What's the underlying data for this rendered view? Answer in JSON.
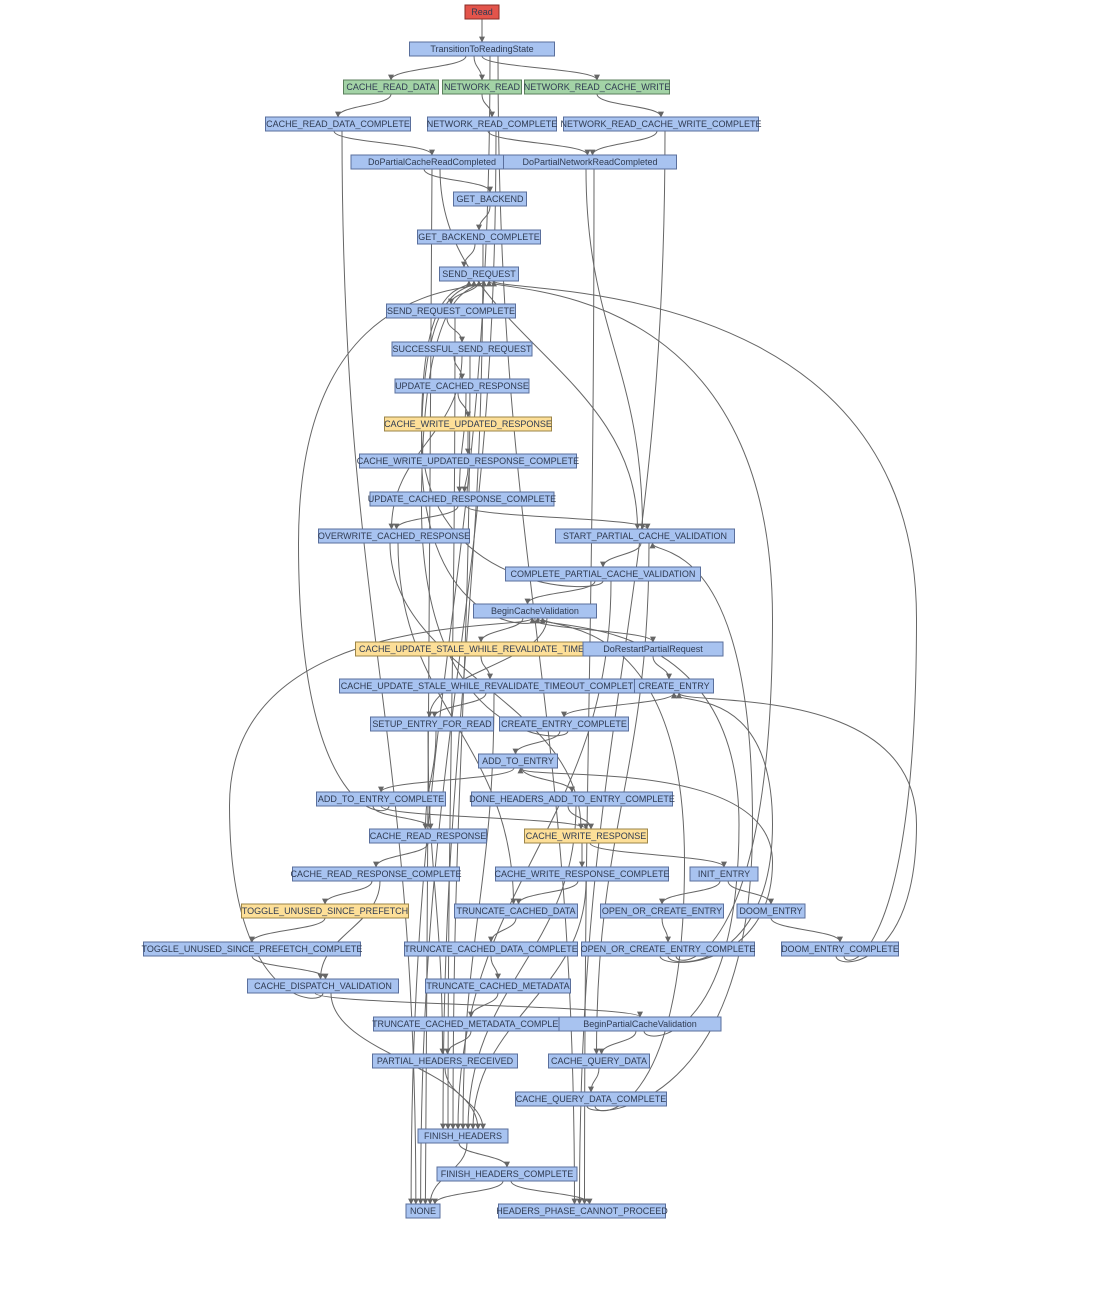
{
  "colors": {
    "blue": {
      "fill": "#a8c3f0",
      "stroke": "#5a6f9c"
    },
    "green": {
      "fill": "#a3d3a6",
      "stroke": "#5b7f5d"
    },
    "yellow": {
      "fill": "#fddf98",
      "stroke": "#9b8448"
    },
    "red": {
      "fill": "#e3544b",
      "stroke": "#8a2b25"
    },
    "edge": "#666666"
  },
  "nodes": [
    {
      "id": "read",
      "label": "Read",
      "color": "red"
    },
    {
      "id": "transition",
      "label": "TransitionToReadingState",
      "color": "blue"
    },
    {
      "id": "cache_read_data",
      "label": "CACHE_READ_DATA",
      "color": "green"
    },
    {
      "id": "network_read",
      "label": "NETWORK_READ",
      "color": "green"
    },
    {
      "id": "network_read_cache_write",
      "label": "NETWORK_READ_CACHE_WRITE",
      "color": "green"
    },
    {
      "id": "cache_read_data_complete",
      "label": "CACHE_READ_DATA_COMPLETE",
      "color": "blue"
    },
    {
      "id": "network_read_complete",
      "label": "NETWORK_READ_COMPLETE",
      "color": "blue"
    },
    {
      "id": "network_read_cache_write_complete",
      "label": "NETWORK_READ_CACHE_WRITE_COMPLETE",
      "color": "blue"
    },
    {
      "id": "do_partial_cache_read_completed",
      "label": "DoPartialCacheReadCompleted",
      "color": "blue"
    },
    {
      "id": "do_partial_network_read_completed",
      "label": "DoPartialNetworkReadCompleted",
      "color": "blue"
    },
    {
      "id": "get_backend",
      "label": "GET_BACKEND",
      "color": "blue"
    },
    {
      "id": "get_backend_complete",
      "label": "GET_BACKEND_COMPLETE",
      "color": "blue"
    },
    {
      "id": "send_request",
      "label": "SEND_REQUEST",
      "color": "blue"
    },
    {
      "id": "send_request_complete",
      "label": "SEND_REQUEST_COMPLETE",
      "color": "blue"
    },
    {
      "id": "successful_send_request",
      "label": "SUCCESSFUL_SEND_REQUEST",
      "color": "blue"
    },
    {
      "id": "update_cached_response",
      "label": "UPDATE_CACHED_RESPONSE",
      "color": "blue"
    },
    {
      "id": "cache_write_updated_response",
      "label": "CACHE_WRITE_UPDATED_RESPONSE",
      "color": "yellow"
    },
    {
      "id": "cache_write_updated_response_complete",
      "label": "CACHE_WRITE_UPDATED_RESPONSE_COMPLETE",
      "color": "blue"
    },
    {
      "id": "update_cached_response_complete",
      "label": "UPDATE_CACHED_RESPONSE_COMPLETE",
      "color": "blue"
    },
    {
      "id": "overwrite_cached_response",
      "label": "OVERWRITE_CACHED_RESPONSE",
      "color": "blue"
    },
    {
      "id": "start_partial_cache_validation",
      "label": "START_PARTIAL_CACHE_VALIDATION",
      "color": "blue"
    },
    {
      "id": "complete_partial_cache_validation",
      "label": "COMPLETE_PARTIAL_CACHE_VALIDATION",
      "color": "blue"
    },
    {
      "id": "begin_cache_validation",
      "label": "BeginCacheValidation",
      "color": "blue"
    },
    {
      "id": "cache_update_swr_timeout",
      "label": "CACHE_UPDATE_STALE_WHILE_REVALIDATE_TIMEOUT",
      "color": "yellow"
    },
    {
      "id": "do_restart_partial_request",
      "label": "DoRestartPartialRequest",
      "color": "blue"
    },
    {
      "id": "cache_update_swr_timeout_complete",
      "label": "CACHE_UPDATE_STALE_WHILE_REVALIDATE_TIMEOUT_COMPLETE",
      "color": "blue"
    },
    {
      "id": "create_entry",
      "label": "CREATE_ENTRY",
      "color": "blue"
    },
    {
      "id": "setup_entry_for_read",
      "label": "SETUP_ENTRY_FOR_READ",
      "color": "blue"
    },
    {
      "id": "create_entry_complete",
      "label": "CREATE_ENTRY_COMPLETE",
      "color": "blue"
    },
    {
      "id": "add_to_entry",
      "label": "ADD_TO_ENTRY",
      "color": "blue"
    },
    {
      "id": "add_to_entry_complete",
      "label": "ADD_TO_ENTRY_COMPLETE",
      "color": "blue"
    },
    {
      "id": "done_headers_add_to_entry_complete",
      "label": "DONE_HEADERS_ADD_TO_ENTRY_COMPLETE",
      "color": "blue"
    },
    {
      "id": "cache_read_response",
      "label": "CACHE_READ_RESPONSE",
      "color": "blue"
    },
    {
      "id": "cache_write_response",
      "label": "CACHE_WRITE_RESPONSE",
      "color": "yellow"
    },
    {
      "id": "cache_read_response_complete",
      "label": "CACHE_READ_RESPONSE_COMPLETE",
      "color": "blue"
    },
    {
      "id": "cache_write_response_complete",
      "label": "CACHE_WRITE_RESPONSE_COMPLETE",
      "color": "blue"
    },
    {
      "id": "init_entry",
      "label": "INIT_ENTRY",
      "color": "blue"
    },
    {
      "id": "toggle_unused_since_prefetch",
      "label": "TOGGLE_UNUSED_SINCE_PREFETCH",
      "color": "yellow"
    },
    {
      "id": "truncate_cached_data",
      "label": "TRUNCATE_CACHED_DATA",
      "color": "blue"
    },
    {
      "id": "open_or_create_entry",
      "label": "OPEN_OR_CREATE_ENTRY",
      "color": "blue"
    },
    {
      "id": "doom_entry",
      "label": "DOOM_ENTRY",
      "color": "blue"
    },
    {
      "id": "toggle_unused_since_prefetch_complete",
      "label": "TOGGLE_UNUSED_SINCE_PREFETCH_COMPLETE",
      "color": "blue"
    },
    {
      "id": "truncate_cached_data_complete",
      "label": "TRUNCATE_CACHED_DATA_COMPLETE",
      "color": "blue"
    },
    {
      "id": "open_or_create_entry_complete",
      "label": "OPEN_OR_CREATE_ENTRY_COMPLETE",
      "color": "blue"
    },
    {
      "id": "doom_entry_complete",
      "label": "DOOM_ENTRY_COMPLETE",
      "color": "blue"
    },
    {
      "id": "cache_dispatch_validation",
      "label": "CACHE_DISPATCH_VALIDATION",
      "color": "blue"
    },
    {
      "id": "truncate_cached_metadata",
      "label": "TRUNCATE_CACHED_METADATA",
      "color": "blue"
    },
    {
      "id": "truncate_cached_metadata_complete",
      "label": "TRUNCATE_CACHED_METADATA_COMPLETE",
      "color": "blue"
    },
    {
      "id": "begin_partial_cache_validation",
      "label": "BeginPartialCacheValidation",
      "color": "blue"
    },
    {
      "id": "partial_headers_received",
      "label": "PARTIAL_HEADERS_RECEIVED",
      "color": "blue"
    },
    {
      "id": "cache_query_data",
      "label": "CACHE_QUERY_DATA",
      "color": "blue"
    },
    {
      "id": "cache_query_data_complete",
      "label": "CACHE_QUERY_DATA_COMPLETE",
      "color": "blue"
    },
    {
      "id": "finish_headers",
      "label": "FINISH_HEADERS",
      "color": "blue"
    },
    {
      "id": "finish_headers_complete",
      "label": "FINISH_HEADERS_COMPLETE",
      "color": "blue"
    },
    {
      "id": "none",
      "label": "NONE",
      "color": "blue"
    },
    {
      "id": "headers_phase_cannot_proceed",
      "label": "HEADERS_PHASE_CANNOT_PROCEED",
      "color": "blue"
    }
  ],
  "edges": [
    [
      "read",
      "transition"
    ],
    [
      "transition",
      "cache_read_data"
    ],
    [
      "transition",
      "network_read"
    ],
    [
      "transition",
      "network_read_cache_write"
    ],
    [
      "transition",
      "none"
    ],
    [
      "transition",
      "headers_phase_cannot_proceed"
    ],
    [
      "cache_read_data",
      "cache_read_data_complete"
    ],
    [
      "network_read",
      "network_read_complete"
    ],
    [
      "network_read_cache_write",
      "network_read_cache_write_complete"
    ],
    [
      "cache_read_data_complete",
      "do_partial_cache_read_completed"
    ],
    [
      "cache_read_data_complete",
      "none"
    ],
    [
      "network_read_complete",
      "do_partial_network_read_completed"
    ],
    [
      "network_read_complete",
      "none"
    ],
    [
      "network_read_cache_write_complete",
      "do_partial_network_read_completed"
    ],
    [
      "network_read_cache_write_complete",
      "headers_phase_cannot_proceed"
    ],
    [
      "do_partial_cache_read_completed",
      "get_backend"
    ],
    [
      "do_partial_cache_read_completed",
      "none"
    ],
    [
      "do_partial_cache_read_completed",
      "start_partial_cache_validation"
    ],
    [
      "do_partial_network_read_completed",
      "start_partial_cache_validation"
    ],
    [
      "do_partial_network_read_completed",
      "headers_phase_cannot_proceed"
    ],
    [
      "get_backend",
      "get_backend_complete"
    ],
    [
      "get_backend_complete",
      "send_request"
    ],
    [
      "get_backend_complete",
      "finish_headers"
    ],
    [
      "send_request",
      "send_request_complete"
    ],
    [
      "send_request_complete",
      "successful_send_request"
    ],
    [
      "send_request_complete",
      "finish_headers"
    ],
    [
      "successful_send_request",
      "update_cached_response"
    ],
    [
      "successful_send_request",
      "overwrite_cached_response"
    ],
    [
      "successful_send_request",
      "finish_headers"
    ],
    [
      "update_cached_response",
      "cache_write_updated_response"
    ],
    [
      "update_cached_response",
      "update_cached_response_complete"
    ],
    [
      "cache_write_updated_response",
      "cache_write_updated_response_complete"
    ],
    [
      "cache_write_updated_response_complete",
      "update_cached_response_complete"
    ],
    [
      "update_cached_response_complete",
      "overwrite_cached_response"
    ],
    [
      "update_cached_response_complete",
      "start_partial_cache_validation"
    ],
    [
      "overwrite_cached_response",
      "cache_write_response"
    ],
    [
      "overwrite_cached_response",
      "truncate_cached_data"
    ],
    [
      "start_partial_cache_validation",
      "complete_partial_cache_validation"
    ],
    [
      "start_partial_cache_validation",
      "cache_query_data"
    ],
    [
      "complete_partial_cache_validation",
      "begin_cache_validation"
    ],
    [
      "complete_partial_cache_validation",
      "send_request"
    ],
    [
      "complete_partial_cache_validation",
      "finish_headers"
    ],
    [
      "begin_cache_validation",
      "cache_update_swr_timeout"
    ],
    [
      "begin_cache_validation",
      "do_restart_partial_request"
    ],
    [
      "begin_cache_validation",
      "send_request"
    ],
    [
      "begin_cache_validation",
      "setup_entry_for_read"
    ],
    [
      "do_restart_partial_request",
      "create_entry"
    ],
    [
      "cache_update_swr_timeout",
      "cache_update_swr_timeout_complete"
    ],
    [
      "cache_update_swr_timeout_complete",
      "setup_entry_for_read"
    ],
    [
      "cache_update_swr_timeout_complete",
      "finish_headers"
    ],
    [
      "create_entry",
      "create_entry_complete"
    ],
    [
      "create_entry_complete",
      "add_to_entry"
    ],
    [
      "create_entry_complete",
      "send_request"
    ],
    [
      "setup_entry_for_read",
      "partial_headers_received"
    ],
    [
      "setup_entry_for_read",
      "cache_read_response"
    ],
    [
      "add_to_entry",
      "add_to_entry_complete"
    ],
    [
      "add_to_entry",
      "done_headers_add_to_entry_complete"
    ],
    [
      "add_to_entry_complete",
      "cache_read_response"
    ],
    [
      "add_to_entry_complete",
      "cache_write_response"
    ],
    [
      "add_to_entry_complete",
      "send_request"
    ],
    [
      "done_headers_add_to_entry_complete",
      "cache_write_response"
    ],
    [
      "done_headers_add_to_entry_complete",
      "finish_headers"
    ],
    [
      "cache_read_response",
      "cache_read_response_complete"
    ],
    [
      "cache_write_response",
      "cache_write_response_complete"
    ],
    [
      "cache_write_response",
      "init_entry"
    ],
    [
      "init_entry",
      "open_or_create_entry"
    ],
    [
      "init_entry",
      "doom_entry"
    ],
    [
      "cache_read_response_complete",
      "toggle_unused_since_prefetch"
    ],
    [
      "cache_read_response_complete",
      "cache_dispatch_validation"
    ],
    [
      "cache_write_response_complete",
      "truncate_cached_data"
    ],
    [
      "cache_write_response_complete",
      "finish_headers"
    ],
    [
      "toggle_unused_since_prefetch",
      "toggle_unused_since_prefetch_complete"
    ],
    [
      "toggle_unused_since_prefetch_complete",
      "cache_dispatch_validation"
    ],
    [
      "truncate_cached_data",
      "truncate_cached_data_complete"
    ],
    [
      "truncate_cached_data_complete",
      "truncate_cached_metadata"
    ],
    [
      "truncate_cached_metadata",
      "truncate_cached_metadata_complete"
    ],
    [
      "truncate_cached_metadata_complete",
      "partial_headers_received"
    ],
    [
      "open_or_create_entry",
      "open_or_create_entry_complete"
    ],
    [
      "open_or_create_entry_complete",
      "add_to_entry"
    ],
    [
      "open_or_create_entry_complete",
      "create_entry"
    ],
    [
      "open_or_create_entry_complete",
      "send_request"
    ],
    [
      "doom_entry",
      "doom_entry_complete"
    ],
    [
      "doom_entry_complete",
      "create_entry"
    ],
    [
      "doom_entry_complete",
      "send_request"
    ],
    [
      "cache_dispatch_validation",
      "begin_partial_cache_validation"
    ],
    [
      "cache_dispatch_validation",
      "begin_cache_validation"
    ],
    [
      "cache_dispatch_validation",
      "finish_headers"
    ],
    [
      "begin_partial_cache_validation",
      "cache_query_data"
    ],
    [
      "begin_partial_cache_validation",
      "begin_cache_validation"
    ],
    [
      "cache_query_data",
      "cache_query_data_complete"
    ],
    [
      "cache_query_data_complete",
      "start_partial_cache_validation"
    ],
    [
      "cache_query_data_complete",
      "begin_cache_validation"
    ],
    [
      "partial_headers_received",
      "finish_headers"
    ],
    [
      "finish_headers",
      "finish_headers_complete"
    ],
    [
      "finish_headers",
      "none"
    ],
    [
      "finish_headers_complete",
      "none"
    ],
    [
      "finish_headers_complete",
      "headers_phase_cannot_proceed"
    ]
  ]
}
